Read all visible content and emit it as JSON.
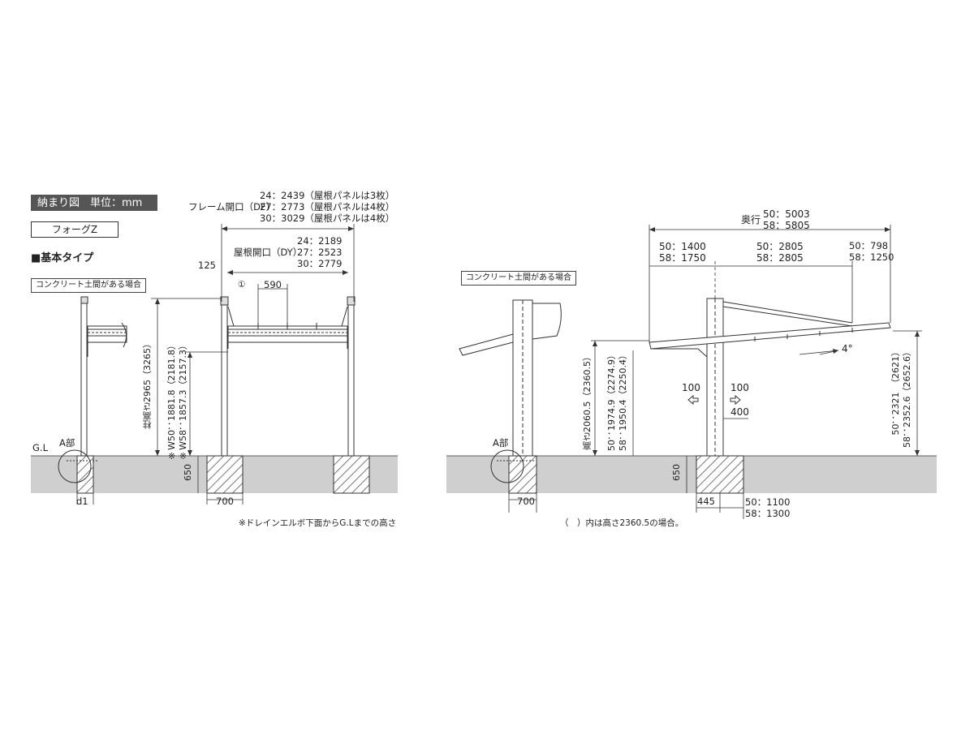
{
  "header": {
    "title": "納まり図　単位：mm",
    "product": "フォーグZ",
    "section": "■基本タイプ"
  },
  "front": {
    "tag": "コンクリート土間がある場合",
    "frame_opening_label": "フレーム開口（DF）",
    "frame_lines": [
      "24：2439（屋根パネルは3枚）",
      "27：2773（屋根パネルは4枚）",
      "30：3029（屋根パネルは4枚）"
    ],
    "roof_opening_label": "屋根開口（DY）",
    "roof_lines": [
      "24：2189",
      "27：2523",
      "30：2779"
    ],
    "dim_125": "125",
    "circle_1": "①",
    "dim_590": "590",
    "pillar_height": "柱高さ2965（3265）",
    "w50": "※W50：1881.8（2181.8）",
    "w58": "※W58：1857.3（2157.3）",
    "gl": "G.L",
    "a_part": "A部",
    "dim_650": "650",
    "dim_700": "700",
    "d1": "d1",
    "note": "※ドレインエルボ下面からG.Lまでの高さ"
  },
  "side": {
    "tag": "コンクリート土間がある場合",
    "depth_label": "奥行",
    "depth_lines": [
      "50：5003",
      "58：5805"
    ],
    "seg1": [
      "50：1400",
      "58：1750"
    ],
    "seg2": [
      "50：2805",
      "58：2805"
    ],
    "seg3": [
      "50：798",
      "58：1250"
    ],
    "angle": "4°",
    "arrow_left": "100",
    "arrow_right": "100",
    "dim_400": "400",
    "height_label": "高さ2060.5（2360.5）",
    "h50": "50：1974.9（2274.9）",
    "h58": "58：1950.4（2250.4）",
    "right50": "50：2321　（2621）",
    "right58": "58：2352.6（2652.6）",
    "a_part": "A部",
    "dim_650": "650",
    "dim_700": "700",
    "dim_445": "445",
    "base_lines": [
      "50：1100",
      "58：1300"
    ],
    "note": "（　）内は高さ2360.5の場合。"
  }
}
